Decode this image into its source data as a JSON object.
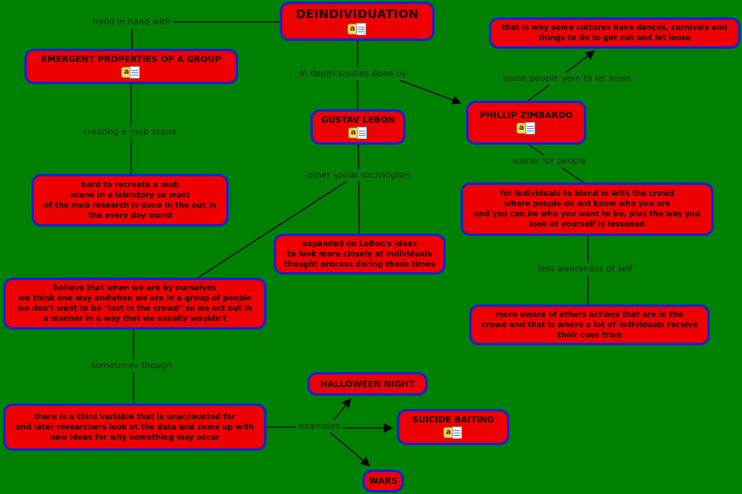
{
  "canvas": {
    "background": "#008000",
    "node_fill": "#ee0000",
    "node_border": "#1122dd",
    "node_text": "#1a0000",
    "label_text": "#242424"
  },
  "nodes": {
    "deindividuation": {
      "label": "DEINDIVIDUATION"
    },
    "emergent_properties": {
      "label": "EMERGENT PROPERTIES OF A GROUP"
    },
    "cultures": {
      "label": "that is why some cultures have dances, carnivals and\nthings to do to get out and let loose"
    },
    "gustav_lebon": {
      "label": "GUSTAV LEBON"
    },
    "phillip_zimbardo": {
      "label": "PHILLIP ZIMBARDO"
    },
    "mob_research": {
      "label": "hard to recreate a mob\nscene in a labratory so most\nof the mob research is done in the out in\nthe every day world"
    },
    "expanded_lebon": {
      "label": "expanded on LeBon's ideas\nto look more closely at individuals\nthought process during these times"
    },
    "blend_in": {
      "label": "for individuals to blend in with the crowd\nwhere people do not know who you are\nand you can be who you want to be, plus the way you\nlook at yourself is lessened"
    },
    "believe": {
      "label": "believe that when we are by ourselves\nwe think one way andwhen we are in a group of people\nwe don't want to be \"lost in the crowd\" so we act out in\na manner in a way that we usually wouldn't"
    },
    "more_aware": {
      "label": "more aware of others actions that are in the\ncrowd and that is where a lot of individuals receive\ntheir cues from"
    },
    "halloween_night": {
      "label": "HALLOWEEN NIGHT"
    },
    "third_variable": {
      "label": "there is a third variable that is unaccounted for\nand later researchers look at the data and come up with\nnew ideas for why something may occur"
    },
    "suicide_baiting": {
      "label": "SUICIDE BAITING"
    },
    "wars": {
      "label": "WARS"
    }
  },
  "links": {
    "hand_in_hand": "hand in hand with",
    "in_depth": "in depth studies done by",
    "yern": "some people yern to let loose",
    "creating_mob": "creating a mob scene",
    "other_sociologists": "other social sociologists",
    "easier": "easier for people",
    "less_awareness": "less awareness of self",
    "sometimes": "sometimes though",
    "examples": "examples"
  },
  "resource_icon": {
    "letter": "a"
  }
}
